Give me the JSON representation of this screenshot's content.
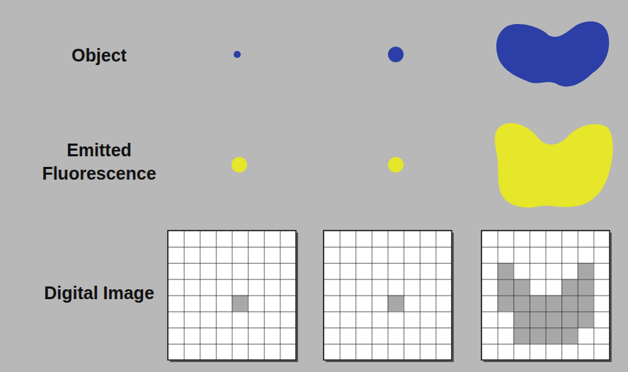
{
  "diagram": {
    "labels": [
      "Object",
      "Emitted Fluorescence",
      "Digital Image"
    ]
  }
}
